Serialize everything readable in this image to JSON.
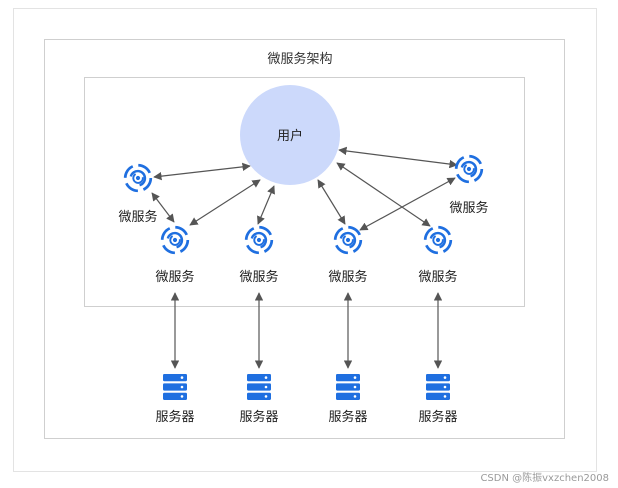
{
  "diagram": {
    "title": "微服务架构",
    "user_label": "用户",
    "microservice_label": "微服务",
    "server_label": "服务器",
    "watermark": "CSDN @陈振vxzchen2008",
    "colors": {
      "user_fill": "#ccd9fb",
      "icon_blue": "#1f6fe0",
      "frame_border": "#cfcfcf",
      "arrow": "#555555"
    },
    "nodes": [
      {
        "id": "user",
        "type": "user"
      },
      {
        "id": "ms-tl",
        "type": "microservice",
        "icon": "microservice-swirl-icon"
      },
      {
        "id": "ms-tr",
        "type": "microservice",
        "icon": "microservice-swirl-icon"
      },
      {
        "id": "ms-1",
        "type": "microservice",
        "icon": "microservice-swirl-icon"
      },
      {
        "id": "ms-2",
        "type": "microservice",
        "icon": "microservice-swirl-icon"
      },
      {
        "id": "ms-3",
        "type": "microservice",
        "icon": "microservice-swirl-icon"
      },
      {
        "id": "ms-4",
        "type": "microservice",
        "icon": "microservice-swirl-icon"
      },
      {
        "id": "srv-1",
        "type": "server",
        "icon": "server-stack-icon"
      },
      {
        "id": "srv-2",
        "type": "server",
        "icon": "server-stack-icon"
      },
      {
        "id": "srv-3",
        "type": "server",
        "icon": "server-stack-icon"
      },
      {
        "id": "srv-4",
        "type": "server",
        "icon": "server-stack-icon"
      }
    ],
    "edges": [
      {
        "from": "ms-tl",
        "to": "user",
        "bidirectional": true
      },
      {
        "from": "ms-tl",
        "to": "ms-1",
        "bidirectional": true
      },
      {
        "from": "ms-1",
        "to": "user",
        "bidirectional": true
      },
      {
        "from": "ms-2",
        "to": "user",
        "bidirectional": true
      },
      {
        "from": "ms-3",
        "to": "user",
        "bidirectional": true
      },
      {
        "from": "ms-tr",
        "to": "user",
        "bidirectional": true
      },
      {
        "from": "ms-tr",
        "to": "ms-3",
        "bidirectional": true
      },
      {
        "from": "ms-4",
        "to": "user",
        "bidirectional": true
      },
      {
        "from": "ms-1",
        "to": "srv-1",
        "bidirectional": true
      },
      {
        "from": "ms-2",
        "to": "srv-2",
        "bidirectional": true
      },
      {
        "from": "ms-3",
        "to": "srv-3",
        "bidirectional": true
      },
      {
        "from": "ms-4",
        "to": "srv-4",
        "bidirectional": true
      }
    ]
  }
}
